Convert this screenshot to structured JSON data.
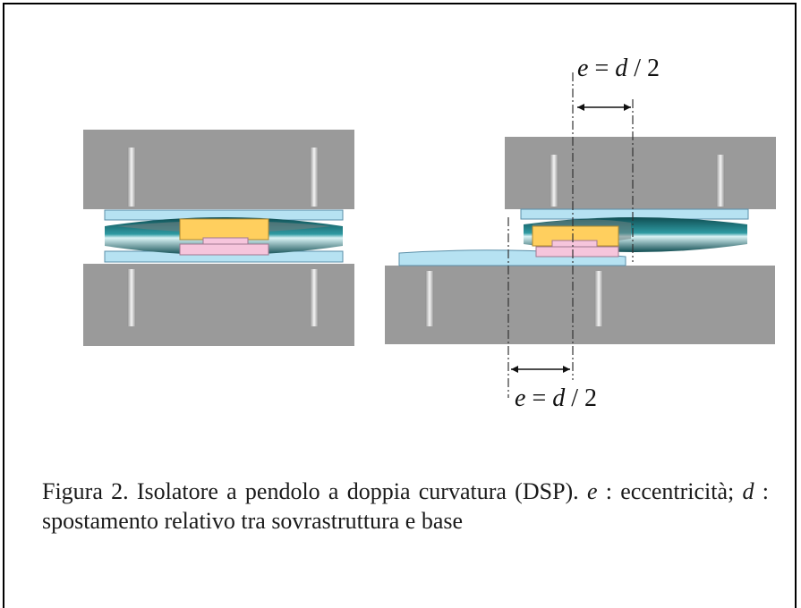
{
  "figure": {
    "top_label": {
      "e": "e",
      "eq": " = ",
      "d": "d",
      "half": " / 2"
    },
    "bottom_label": {
      "e": "e",
      "eq": " = ",
      "d": "d",
      "half": " / 2"
    }
  },
  "caption": {
    "lead": "Figura 2. Isolatore a pendolo a doppia curvatura (DSP).",
    "e_symbol": "e",
    "e_def": " : eccentricità;",
    "d_symbol": "d",
    "d_def": " : spostamento relativo tra sovrastruttura e base"
  },
  "colors": {
    "block": "#9a9a9a",
    "plate": "#b6e2f2",
    "slider_top": "#ffcf5e",
    "slider_bottom": "#f6c5dc",
    "surface_dark": "#165f63",
    "surface_mid": "#3a9aa0",
    "rod": "#e6e6e6"
  }
}
